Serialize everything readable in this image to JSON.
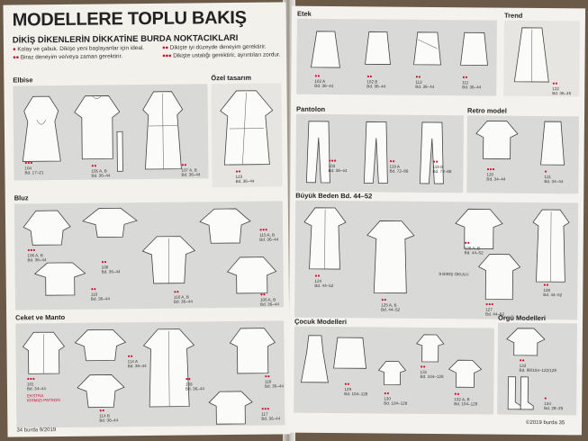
{
  "left_page": {
    "title": "MODELLERE TOPLU BAKIŞ",
    "subtitle": "DİKİŞ DİKENLERİN DİKKATİNE BURDA NOKTACIKLARI",
    "legend": [
      {
        "dots": "●",
        "text": "Kolay ve çabuk. Dikişe yeni başlayanlar için ideal."
      },
      {
        "dots": "●●",
        "text": "Dikişte iyi düzeyde deneyim gerektirir."
      },
      {
        "dots": "●●",
        "text": "Biraz deneyim ve/veya zaman gerektirir."
      },
      {
        "dots": "●●●",
        "text": "Dikişte ustalığı gerektirir, ayrıntıları zordur."
      }
    ],
    "sections": {
      "elbise": "Elbise",
      "ozel": "Özel tasarım",
      "bluz": "Bluz",
      "ceket": "Ceket ve Manto"
    },
    "labels": {
      "e104": {
        "dots": "●●●",
        "text": "104\nBd. 17–21"
      },
      "e105": {
        "dots": "●●",
        "text": "105 A, B\nBd. 36–44"
      },
      "e107": {
        "dots": "●●",
        "text": "107 A, B\nBd. 36–44"
      },
      "o123": {
        "dots": "●●",
        "text": "123\nBd. 36–44"
      },
      "b106a": {
        "dots": "●●●",
        "text": "106 A, B\nBd. 36–44"
      },
      "b108": {
        "dots": "●●",
        "text": "108\nBd. 36–44"
      },
      "b115": {
        "dots": "●●●",
        "text": "115 A, B\nBd. 36–44"
      },
      "b110": {
        "dots": "●●",
        "text": "110\nBd. 36–44"
      },
      "b116": {
        "dots": "●●",
        "text": "116 A, B\nBd. 36–44"
      },
      "b106b": {
        "dots": "●●",
        "text": "106 A, B\nBd. 36–44"
      },
      "c101": {
        "dots": "●●●",
        "text": "101\nBd. 34–44"
      },
      "c114a": {
        "dots": "●●",
        "text": "114 A\nBd. 36–44"
      },
      "c109": {
        "dots": "●●",
        "text": "109\nBd. 36–44"
      },
      "c118": {
        "dots": "●●",
        "text": "118\nBd. 36–44"
      },
      "c114b": {
        "dots": "●●",
        "text": "114 B\nBd. 36–44"
      },
      "c117": {
        "dots": "●●●",
        "text": "117\nBd. 36–44"
      }
    },
    "extra_note": "EKSTRA\nKIRMIZI PATRON",
    "footer_left": "34 burda 9/2019"
  },
  "right_page": {
    "sections": {
      "etek": "Etek",
      "trend": "Trend",
      "pantolon": "Pantolon",
      "retro": "Retro model",
      "buyuk": "Büyük Beden Bd. 44–52",
      "cocuk": "Çocuk Modelleri",
      "orgu": "Örgü Modelleri"
    },
    "labels": {
      "k102a": {
        "dots": "●●",
        "text": "102 A\nBd. 36–44"
      },
      "k102b": {
        "dots": "●●",
        "text": "102 B\nBd. 36–44"
      },
      "k112": {
        "dots": "●●",
        "text": "112\nBd. 36–44"
      },
      "k111": {
        "dots": "●●",
        "text": "111\nBd. 36–44"
      },
      "t122": {
        "dots": "●●",
        "text": "122\nBd. 36–46"
      },
      "p103": {
        "dots": "●●●",
        "text": "103\nBd. 36–44"
      },
      "p119a": {
        "dots": "●●",
        "text": "119 A\nBd. 72–88"
      },
      "p119b": {
        "dots": "●●",
        "text": "119 B\nBd. 72–88"
      },
      "r120": {
        "dots": "●●●",
        "text": "120\nBd. 34–44"
      },
      "r121": {
        "dots": "●",
        "text": "121\nBd. 34–44"
      },
      "y124": {
        "dots": "●●",
        "text": "124\nBd. 44–52"
      },
      "y125": {
        "dots": "●●",
        "text": "125 A, B\nBd. 44–52"
      },
      "y126": {
        "dots": "●●",
        "text": "126 A, B\nBd. 44–52"
      },
      "y127": {
        "dots": "●●●",
        "text": "127\nBd. 44–52"
      },
      "y128": {
        "dots": "●●",
        "text": "128\nBd. 44–52"
      },
      "ch129": {
        "dots": "●●",
        "text": "129\nBd. 104–128"
      },
      "ch130": {
        "dots": "●●",
        "text": "130\nBd. 104–128"
      },
      "ch131": {
        "dots": "●●",
        "text": "131\nBd. 104–128"
      },
      "ch132": {
        "dots": "●●",
        "text": "132 A, B\nBd. 104–128"
      },
      "o133": {
        "dots": "●●",
        "text": "133\nBd. 98/104–122/128"
      },
      "o134": {
        "dots": "●",
        "text": "134\nBd. 28–29"
      }
    },
    "note_8": "8 BİRİŞ OKULU",
    "footer_right": "©2019 burda 35"
  },
  "colors": {
    "panel": "#d9d9d7",
    "page": "#f3f1ec",
    "accent_red": "#c8102e"
  }
}
